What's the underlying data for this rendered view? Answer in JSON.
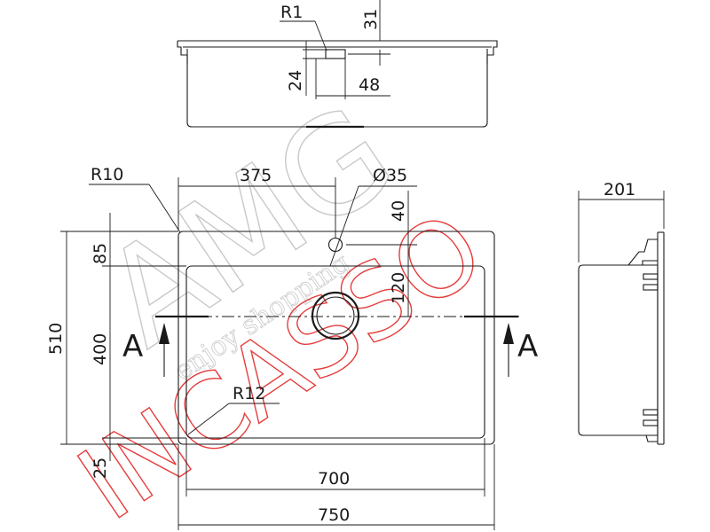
{
  "dimensions": {
    "r1": "R1",
    "d31": "31",
    "d24": "24",
    "d48": "48",
    "r10": "R10",
    "d375": "375",
    "d35": "Ø35",
    "d40": "40",
    "d201": "201",
    "d85": "85",
    "d120": "120",
    "d510": "510",
    "d400": "400",
    "r12": "R12",
    "d25": "25",
    "d700": "700",
    "d750": "750"
  },
  "section_marks": {
    "left": "A",
    "right": "A"
  },
  "watermark": {
    "brand": "AMG",
    "tagline": "enjoy shopping",
    "brand2": "INCASSO",
    "colors": {
      "grey": "#c8c8c8",
      "red": "#e63c3c"
    }
  }
}
